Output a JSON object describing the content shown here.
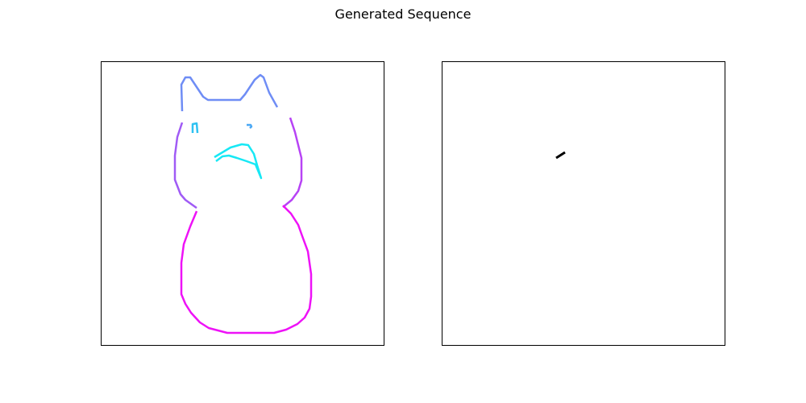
{
  "figure": {
    "title": "Generated Sequence"
  },
  "panels": [
    {
      "name": "full-drawing",
      "description_type": "stroke-sequence",
      "strokes": [
        {
          "name": "ears-outline",
          "color": "#6f8df5",
          "points": [
            [
              100,
              61
            ],
            [
              99,
              28
            ],
            [
              104,
              19
            ],
            [
              110,
              19
            ],
            [
              118,
              31
            ],
            [
              126,
              43
            ],
            [
              132,
              47
            ],
            [
              172,
              47
            ],
            [
              178,
              40
            ],
            [
              184,
              31
            ],
            [
              190,
              22
            ],
            [
              197,
              16
            ],
            [
              201,
              19
            ],
            [
              208,
              38
            ],
            [
              218,
              56
            ]
          ]
        },
        {
          "name": "left-eye",
          "color": "#2fc2f2",
          "points": [
            [
              113,
              88
            ],
            [
              113,
              77
            ],
            [
              118,
              76
            ],
            [
              119,
              88
            ]
          ]
        },
        {
          "name": "right-eye",
          "color": "#4aa8f5",
          "points": [
            [
              180,
              78
            ],
            [
              185,
              78
            ],
            [
              186,
              80
            ],
            [
              184,
              82
            ]
          ]
        },
        {
          "name": "mouth",
          "color": "#17e8f5",
          "points": [
            [
              142,
              123
            ],
            [
              150,
              117
            ],
            [
              158,
              116
            ],
            [
              168,
              119
            ],
            [
              180,
              123
            ],
            [
              191,
              127
            ],
            [
              198,
              144
            ],
            [
              193,
              128
            ],
            [
              189,
              114
            ],
            [
              182,
              103
            ],
            [
              174,
              102
            ],
            [
              160,
              106
            ],
            [
              150,
              112
            ],
            [
              140,
              118
            ]
          ]
        },
        {
          "name": "head-left-side",
          "color": "#a05bf5",
          "points": [
            [
              100,
              75
            ],
            [
              94,
              93
            ],
            [
              91,
              116
            ],
            [
              91,
              146
            ],
            [
              98,
              164
            ],
            [
              104,
              171
            ],
            [
              118,
              181
            ]
          ]
        },
        {
          "name": "head-right-side",
          "color": "#b743f5",
          "points": [
            [
              234,
              69
            ],
            [
              240,
              87
            ],
            [
              248,
              119
            ],
            [
              248,
              147
            ],
            [
              244,
              160
            ],
            [
              236,
              171
            ],
            [
              225,
              180
            ]
          ]
        },
        {
          "name": "body-outline",
          "color": "#ee12f7",
          "points": [
            [
              118,
              185
            ],
            [
              110,
              204
            ],
            [
              102,
              226
            ],
            [
              99,
              249
            ],
            [
              99,
              288
            ],
            [
              104,
              300
            ],
            [
              111,
              311
            ],
            [
              122,
              323
            ],
            [
              133,
              330
            ],
            [
              156,
              336
            ],
            [
              214,
              336
            ],
            [
              229,
              332
            ],
            [
              243,
              325
            ],
            [
              252,
              317
            ],
            [
              258,
              306
            ],
            [
              260,
              291
            ],
            [
              260,
              263
            ],
            [
              256,
              235
            ],
            [
              249,
              216
            ],
            [
              244,
              202
            ],
            [
              235,
              188
            ],
            [
              225,
              178
            ]
          ]
        }
      ]
    },
    {
      "name": "current-step",
      "description_type": "stroke-sequence",
      "strokes": [
        {
          "name": "current-stroke",
          "color": "#000000",
          "points": [
            [
              141,
              119
            ],
            [
              152,
              112
            ]
          ]
        }
      ]
    }
  ]
}
